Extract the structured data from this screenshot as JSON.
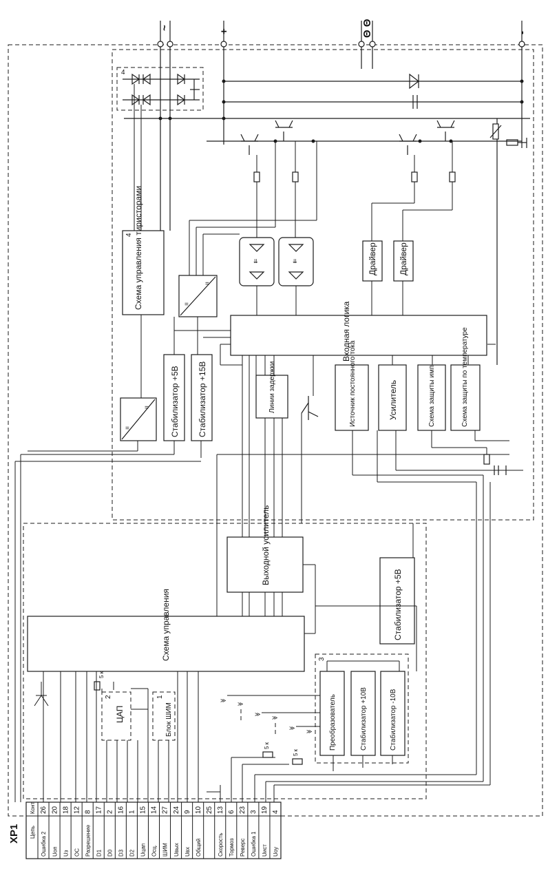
{
  "terminals_top": {
    "ac": "~",
    "plus": "+",
    "minus_minus": "Θ Θ",
    "minus": "-"
  },
  "connector": {
    "name": "XP1",
    "col_circuit": "Цепь",
    "col_contact": "Конт"
  },
  "pins": [
    {
      "label": "Ошибка 2",
      "num": "26"
    },
    {
      "label": "Uоп",
      "num": "20"
    },
    {
      "label": "Uз",
      "num": "18"
    },
    {
      "label": "ОС",
      "num": "12"
    },
    {
      "label": "Разрешение",
      "num": "8"
    },
    {
      "label": "D1",
      "num": "17"
    },
    {
      "label": "D0",
      "num": "2"
    },
    {
      "label": "D3",
      "num": "16"
    },
    {
      "label": "D2",
      "num": "1"
    },
    {
      "label": "Uцап",
      "num": "15"
    },
    {
      "label": "Осц.",
      "num": "14"
    },
    {
      "label": "ШИМ",
      "num": "27"
    },
    {
      "label": "Uвых",
      "num": "24"
    },
    {
      "label": "Uвх",
      "num": "9"
    },
    {
      "label": "Общий",
      "num": "10"
    },
    {
      "label": "",
      "num": "25"
    },
    {
      "label": "Скорость",
      "num": "13"
    },
    {
      "label": "Тормоз",
      "num": "6"
    },
    {
      "label": "Реверс",
      "num": "23"
    },
    {
      "label": "Ошибка 1",
      "num": "3"
    },
    {
      "label": "Uист",
      "num": "19"
    },
    {
      "label": "Uоу",
      "num": "4"
    }
  ],
  "blocks": {
    "thyristor_ctrl": "Схема управления тиристорами",
    "thyristor_ctrl_num": "4",
    "bridge_num": "4",
    "stab5": "Стабилизатор +5В",
    "stab15": "Стабилизатор +15В",
    "delay": "Линии задержки",
    "current_source": "Источник постоянного тока",
    "amplifier": "Усилитель",
    "pulse_protect": "Схема защиты имп",
    "temp_protect": "Схема защиты по температуре",
    "input_logic": "Входная логика",
    "driver1": "Драйвер",
    "driver2": "Драйвер",
    "output_amp": "Выходной усилитель",
    "stab5_low": "Стабилизатор +5В",
    "control": "Схема управления",
    "dac": "ЦАП",
    "dac_num": "2",
    "pwm": "Блок ШИМ",
    "pwm_num": "1",
    "converter": "Преобразователь",
    "stab10p": "Стабилизатор +10В",
    "stab10m": "Стабилизатор -10В",
    "power_num": "3",
    "res5k_a": "5 к",
    "res5k_b": "5 к",
    "res5k_c": "5 к",
    "dc_sym": "= ="
  }
}
